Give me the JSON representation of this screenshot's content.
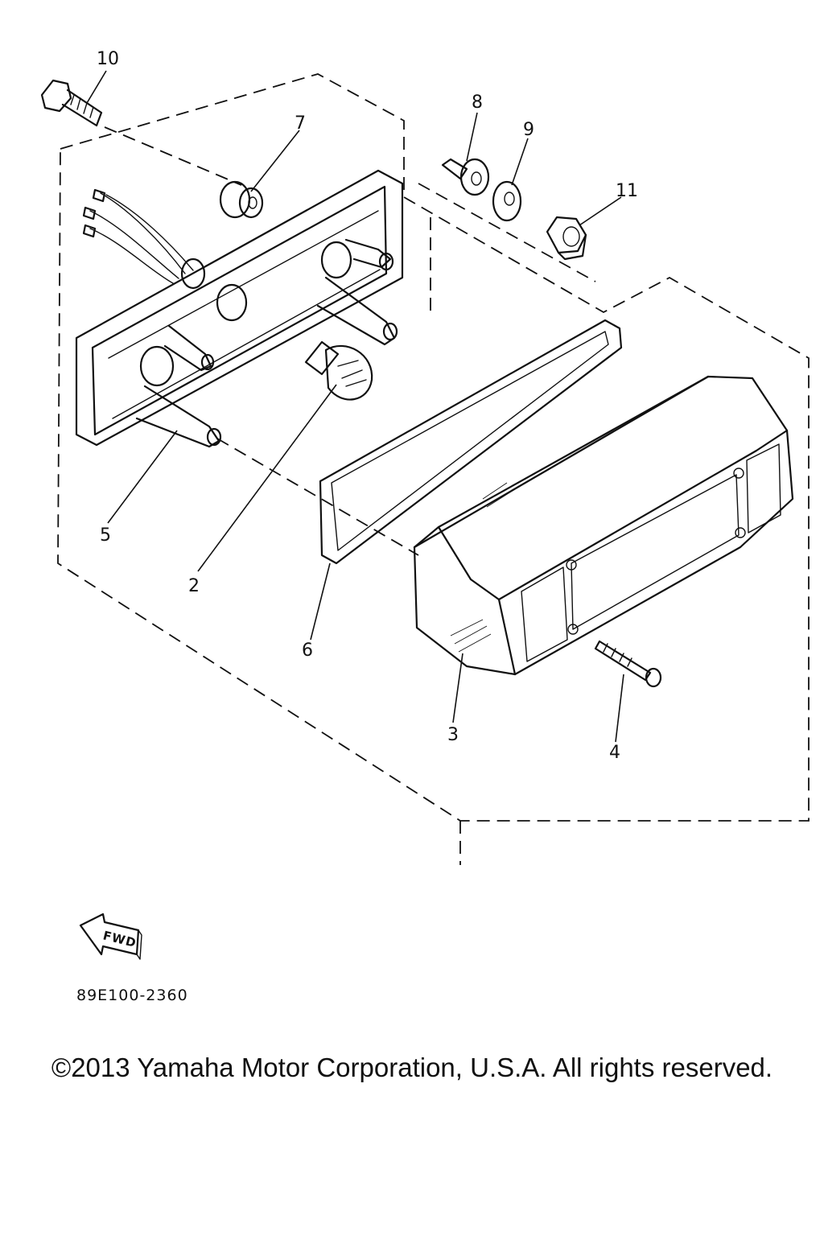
{
  "diagram": {
    "callouts": [
      {
        "id": "10",
        "label": "10"
      },
      {
        "id": "7",
        "label": "7"
      },
      {
        "id": "8",
        "label": "8"
      },
      {
        "id": "9",
        "label": "9"
      },
      {
        "id": "11",
        "label": "11"
      },
      {
        "id": "5",
        "label": "5"
      },
      {
        "id": "2",
        "label": "2"
      },
      {
        "id": "6",
        "label": "6"
      },
      {
        "id": "3",
        "label": "3"
      },
      {
        "id": "4",
        "label": "4"
      }
    ],
    "fwd_label": "FWD",
    "part_code": "89E100-2360"
  },
  "footer": {
    "copyright": "©2013 Yamaha Motor Corporation, U.S.A. All rights reserved."
  }
}
